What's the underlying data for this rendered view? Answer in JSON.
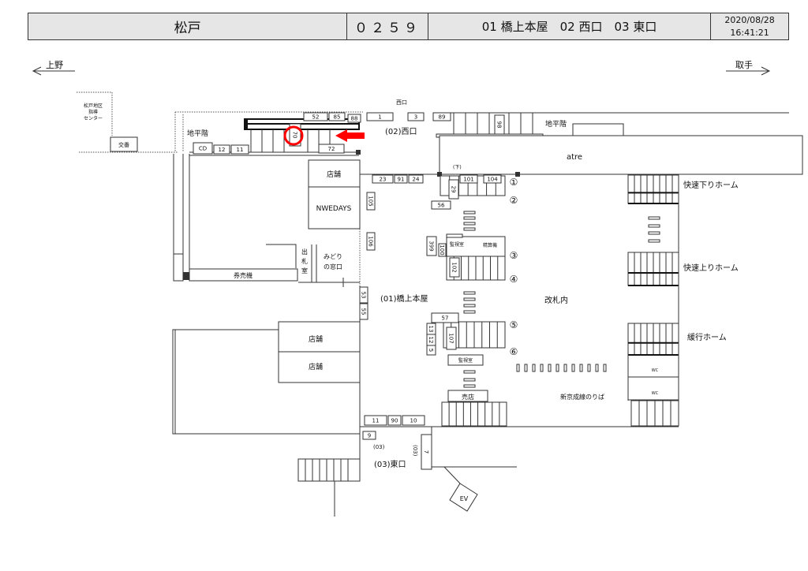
{
  "header": {
    "station_name": "松戸",
    "station_code": "０２５９",
    "exits_summary": "01 橋上本屋　02 西口　03 東口",
    "date": "2020/08/28",
    "time": "16:41:21"
  },
  "directions": {
    "left": "上野",
    "right": "取手"
  },
  "areas": {
    "guidance_center": [
      "松戸地区",
      "指導",
      "センター"
    ],
    "police_box": "交番",
    "ground_level_west": "地平階",
    "ground_level_east": "地平階",
    "west_exit_top": "西口",
    "west_exit": "(02)西口",
    "atre": "atre",
    "shop_1": "店舗",
    "newdays": "NWEDAYS",
    "ticket_office": [
      "出",
      "札",
      "室"
    ],
    "midori": [
      "みどり",
      "の窓口"
    ],
    "ticket_machines": "券売機",
    "main_building": "(01)橋上本屋",
    "inside_gates": "改札内",
    "monitor_room_1": "監視室",
    "fare_adjust": "精算機",
    "monitor_room_2": "監視室",
    "shop_2": "店舗",
    "shop_3": "店舗",
    "kiosk": "売店",
    "shinkeisei": "新京成線のりば",
    "east_exit": "(03)東口",
    "east_code": "(03)",
    "east_code_vertical": "(03)",
    "elevator": "EV",
    "wc_1": "WC",
    "wc_2": "WC",
    "down_marker": "(下)"
  },
  "platforms": {
    "rapid_down": "快速下りホーム",
    "rapid_up": "快速上りホーム",
    "local": "緩行ホーム"
  },
  "stair_numbers": [
    "①",
    "②",
    "③",
    "④",
    "⑤",
    "⑥"
  ],
  "numbered_boxes": [
    "52",
    "85",
    "88",
    "1",
    "3",
    "89",
    "98",
    "CD",
    "12",
    "11",
    "72",
    "70",
    "23",
    "91",
    "24",
    "101",
    "104",
    "29",
    "56",
    "105",
    "106",
    "399",
    "100",
    "102",
    "53",
    "55",
    "57",
    "13",
    "12",
    "5",
    "107",
    "11",
    "90",
    "10",
    "9",
    "7"
  ],
  "highlight": {
    "target_box": "70",
    "color": "#ff0000"
  }
}
